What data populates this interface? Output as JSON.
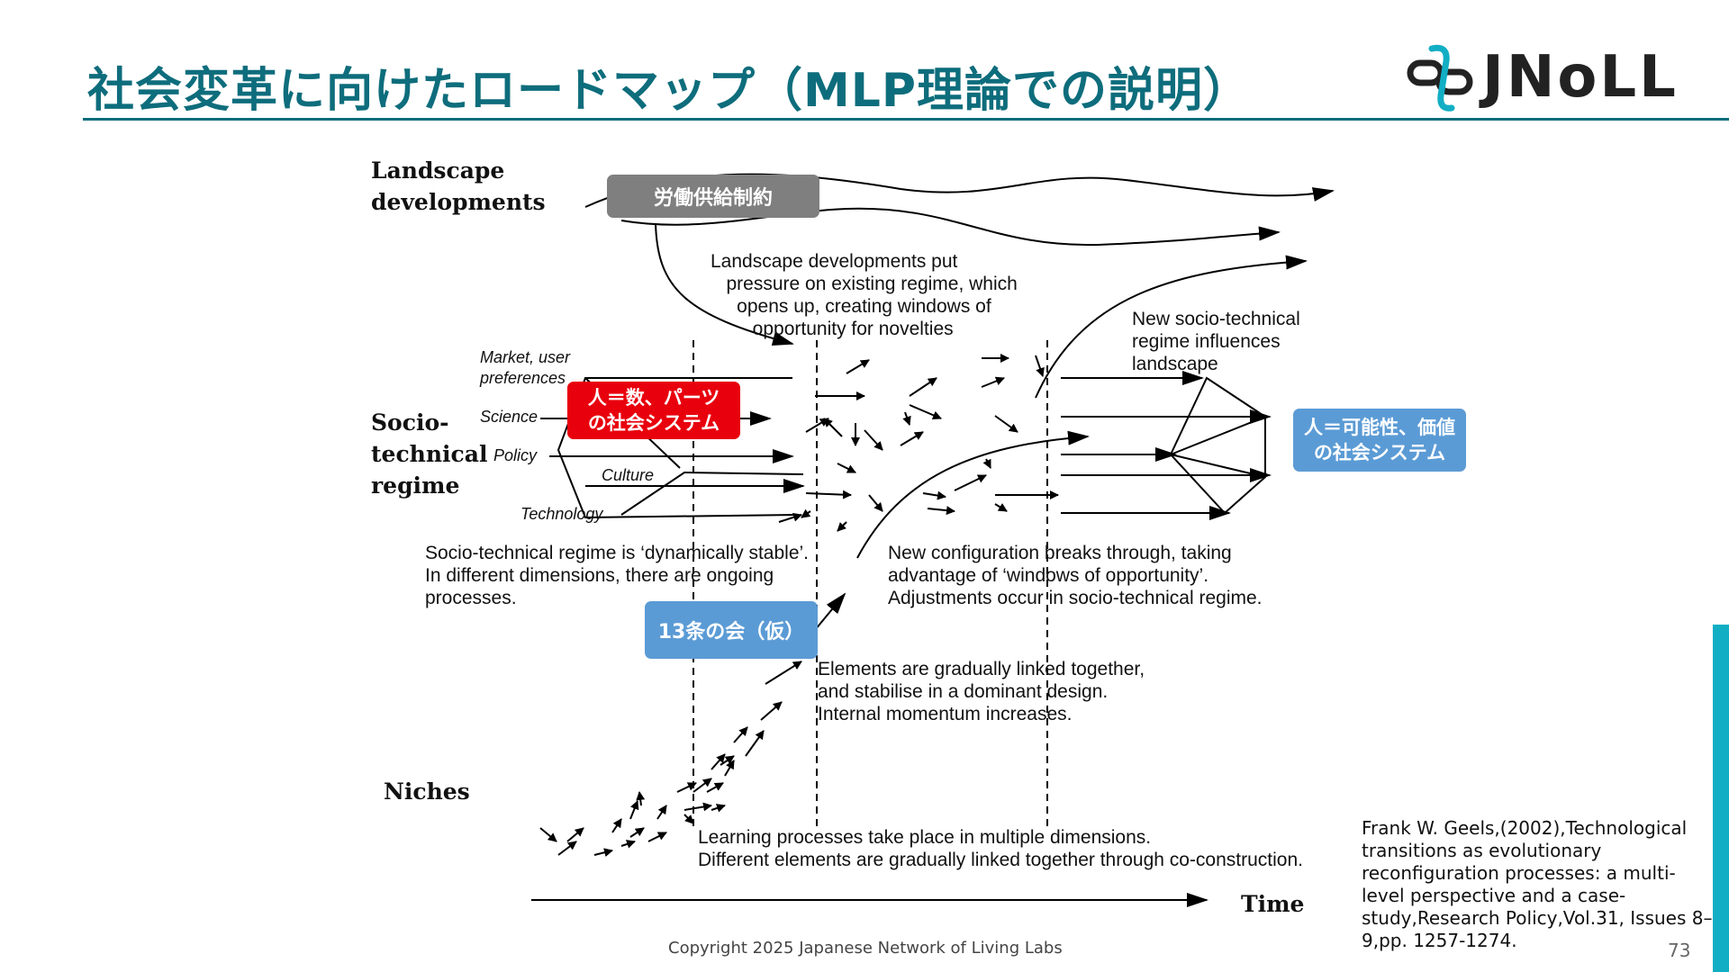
{
  "slide": {
    "title": "社会変革に向けたロードマップ（MLP理論での説明）",
    "logo_text": "JNoLL",
    "accent_color": "#0e6d7c",
    "bar_color": "#12aec4",
    "copyright": "Copyright 2025  Japanese Network of Living Labs",
    "page_number": "73",
    "citation": "Frank W. Geels,(2002),Technological transitions as evolutionary reconfiguration processes: a multi-level perspective and a case-study,Research Policy,Vol.31, Issues 8–9,pp. 1257-1274."
  },
  "diagram": {
    "levels": {
      "landscape": "Landscape\ndevelopments",
      "regime": "Socio-\ntechnical\nregime",
      "niches": "Niches",
      "time": "Time"
    },
    "dimensions": [
      "Market, user\npreferences",
      "Science",
      "Policy",
      "Culture",
      "Technology"
    ],
    "notes": {
      "landscape_pressure": "Landscape developments put\n   pressure on existing regime, which\n     opens up, creating windows of\n        opportunity for novelties",
      "new_regime": "New socio-technical\nregime influences\nlandscape",
      "regime_stable": "Socio-technical regime is ‘dynamically stable’.\nIn different dimensions, there are ongoing\nprocesses.",
      "breakthrough": "New configuration breaks through, taking\nadvantage of ‘windows of opportunity’.\nAdjustments occur in socio-technical regime.",
      "elements_linked": "Elements are gradually linked together,\nand stabilise in a dominant design.\nInternal momentum increases.",
      "learning": "Learning processes take place in multiple dimensions.\nDifferent elements are gradually linked together through co-construction."
    },
    "callouts": {
      "labor": "労働供給制約",
      "people_parts": "人＝数、パーツ\nの社会システム",
      "people_potential": "人＝可能性、価値\nの社会システム",
      "article13": "13条の会（仮）"
    },
    "callout_colors": {
      "grey": "#7f7f7f",
      "red": "#e8000d",
      "blue": "#5b9bd5"
    }
  }
}
